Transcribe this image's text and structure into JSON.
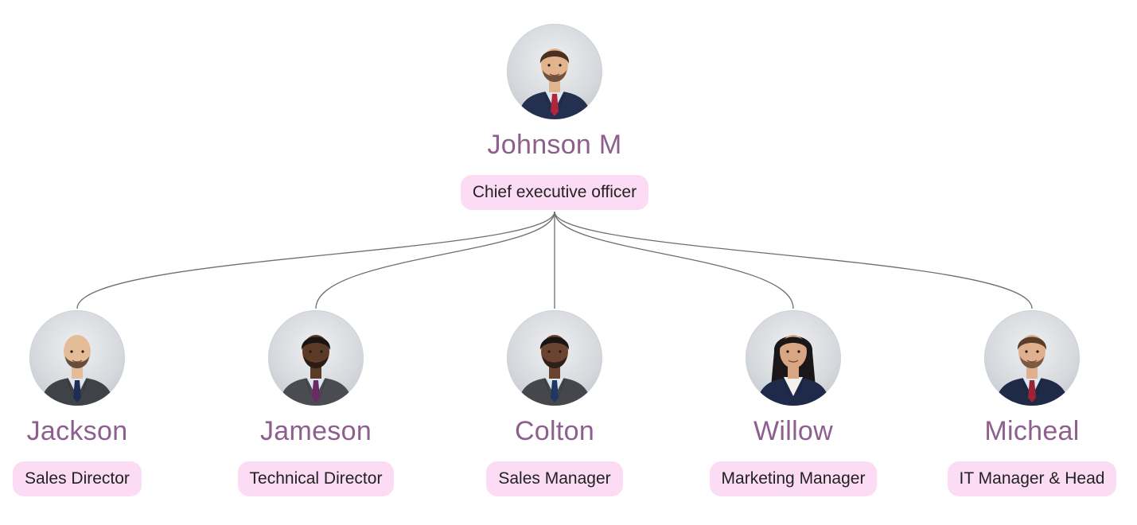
{
  "org_chart": {
    "root": {
      "name": "Johnson M",
      "role": "Chief executive officer",
      "avatar": {
        "skin": "#e2b48e",
        "hair": "#4a3020",
        "suit": "#24304f",
        "tie": "#b3263a",
        "beard": true
      }
    },
    "children": [
      {
        "name": "Jackson",
        "role": "Sales Director",
        "avatar": {
          "skin": "#e4bd98",
          "hair": "none",
          "suit": "#3f4246",
          "tie": "#1f2d55",
          "beard": true
        }
      },
      {
        "name": "Jameson",
        "role": "Technical Director",
        "avatar": {
          "skin": "#5b3a26",
          "hair": "#1a1412",
          "suit": "#4a4c52",
          "tie": "#6a2a66",
          "beard": true
        }
      },
      {
        "name": "Colton",
        "role": "Sales Manager",
        "avatar": {
          "skin": "#6a4430",
          "hair": "#1a1412",
          "suit": "#45474c",
          "tie": "#1f3763",
          "beard": true
        }
      },
      {
        "name": "Willow",
        "role": "Marketing Manager",
        "avatar": {
          "skin": "#d9a684",
          "hair": "#1b1618",
          "suit": "#1f2a4a",
          "tie": "none",
          "beard": false
        }
      },
      {
        "name": "Micheal",
        "role": "IT Manager & Head",
        "avatar": {
          "skin": "#e0b08e",
          "hair": "#5a3d2a",
          "suit": "#1f2a47",
          "tie": "#9c2334",
          "beard": true
        }
      }
    ],
    "colors": {
      "name_text": "#8e5f8e",
      "role_badge": "#fcdcf4",
      "connector": "#6e6e6e"
    }
  }
}
